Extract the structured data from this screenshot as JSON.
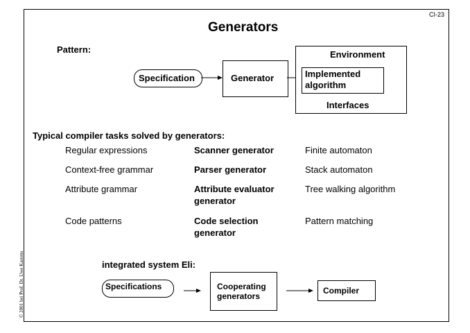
{
  "page_id": "CI-23",
  "title": "Generators",
  "pattern": {
    "label": "Pattern:",
    "specification": "Specification",
    "generator": "Generator",
    "environment": "Environment",
    "implemented_algorithm": "Implemented algorithm",
    "interfaces": "Interfaces"
  },
  "tasks": {
    "heading": "Typical compiler tasks solved by generators:",
    "rows": [
      {
        "input": "Regular expressions",
        "generator": "Scanner generator",
        "output": "Finite automaton"
      },
      {
        "input": "Context-free grammar",
        "generator": "Parser generator",
        "output": "Stack automaton"
      },
      {
        "input": "Attribute grammar",
        "generator": "Attribute evaluator generator",
        "output": "Tree walking algorithm"
      },
      {
        "input": "Code patterns",
        "generator": "Code selection generator",
        "output": "Pattern matching"
      }
    ]
  },
  "eli": {
    "heading": "integrated system Eli:",
    "specifications": "Specifications",
    "cooperating": "Cooperating generators",
    "compiler": "Compiler"
  },
  "copyright": "© 2001 bei Prof. Dr. Uwe Kastens"
}
